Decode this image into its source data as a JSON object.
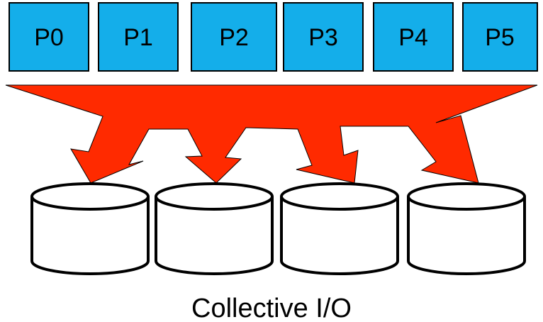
{
  "processes": [
    {
      "label": "P0"
    },
    {
      "label": "P1"
    },
    {
      "label": "P2"
    },
    {
      "label": "P3"
    },
    {
      "label": "P4"
    },
    {
      "label": "P5"
    }
  ],
  "disk_count": 4,
  "caption": "Collective I/O",
  "colors": {
    "process_fill": "#14AEEA",
    "arrow_fill": "#FF2A00",
    "outline": "#000000",
    "disk_fill": "#FFFFFF"
  }
}
